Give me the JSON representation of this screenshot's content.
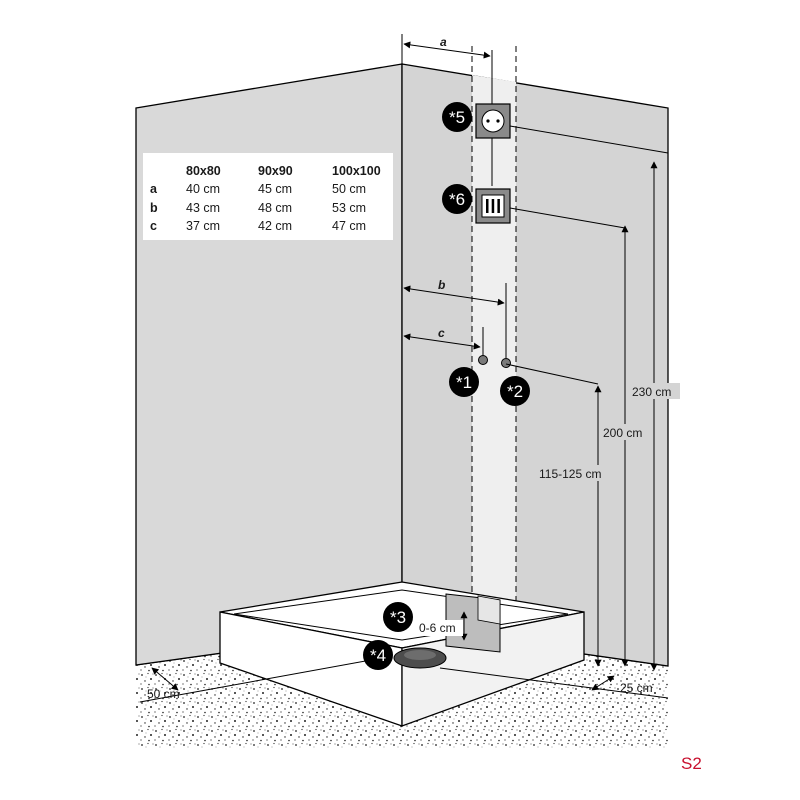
{
  "table": {
    "headers": [
      "80x80",
      "90x90",
      "100x100"
    ],
    "rows": [
      {
        "label": "a",
        "values": [
          "40 cm",
          "45 cm",
          "50 cm"
        ]
      },
      {
        "label": "b",
        "values": [
          "43 cm",
          "48 cm",
          "53 cm"
        ]
      },
      {
        "label": "c",
        "values": [
          "37 cm",
          "42 cm",
          "47 cm"
        ]
      }
    ]
  },
  "dimensions": {
    "a": "a",
    "b": "b",
    "c": "c",
    "h_230": "230 cm",
    "h_200": "200 cm",
    "h_115": "115-125 cm",
    "gap": "0-6 cm",
    "left_50": "50 cm",
    "right_25": "25 cm"
  },
  "markers": {
    "m1": "*1",
    "m2": "*2",
    "m3": "*3",
    "m4": "*4",
    "m5": "*5",
    "m6": "*6"
  },
  "page_code": "S2",
  "colors": {
    "wall_left": "#d9d9d9",
    "wall_right": "#d4d4d4",
    "strip": "#efefef",
    "floor_dark": "#8c8c8c",
    "code_red": "#c8102e"
  }
}
